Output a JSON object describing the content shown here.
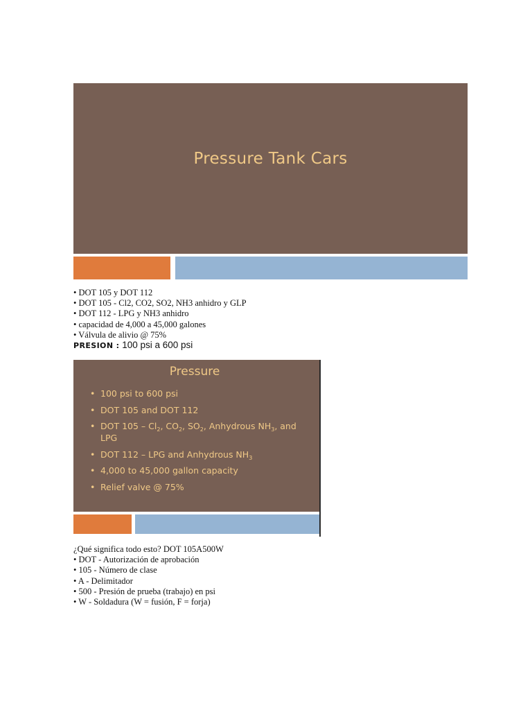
{
  "slide1": {
    "title": "Pressure Tank Cars"
  },
  "notes1": [
    "• DOT 105 y DOT 112",
    "• DOT 105 - Cl2, CO2, SO2, NH3 anhidro  y GLP",
    "• DOT 112 - LPG y NH3 anhidro",
    "• capacidad de 4,000 a 45,000 galones",
    "• Válvula de alivio @ 75%"
  ],
  "presion": {
    "label": "PRESION :",
    "value": " 100 psi a 600 psi"
  },
  "slide2": {
    "title": "Pressure",
    "bullet_symbol": "•",
    "items": {
      "i1": "100 psi to 600 psi",
      "i2": "DOT 105 and DOT 112",
      "i3_a": "DOT 105 – Cl",
      "i3_sub1": "2",
      "i3_b": ", CO",
      "i3_sub2": "2",
      "i3_c": ", SO",
      "i3_sub3": "2",
      "i3_d": ", Anhydrous NH",
      "i3_sub4": "3",
      "i3_e": ", and LPG",
      "i4_a": "DOT 112 – LPG and Anhydrous NH",
      "i4_sub": "3",
      "i5": "4,000 to 45,000 gallon capacity",
      "i6": "Relief valve @ 75%"
    }
  },
  "notes2": [
    "¿Qué significa todo esto? DOT 105A500W",
    "• DOT - Autorización de aprobación",
    "• 105 - Número de clase",
    "• A - Delimitador",
    "• 500 - Presión de prueba (trabajo) en psi",
    " • W - Soldadura (W = fusión, F = forja)"
  ]
}
